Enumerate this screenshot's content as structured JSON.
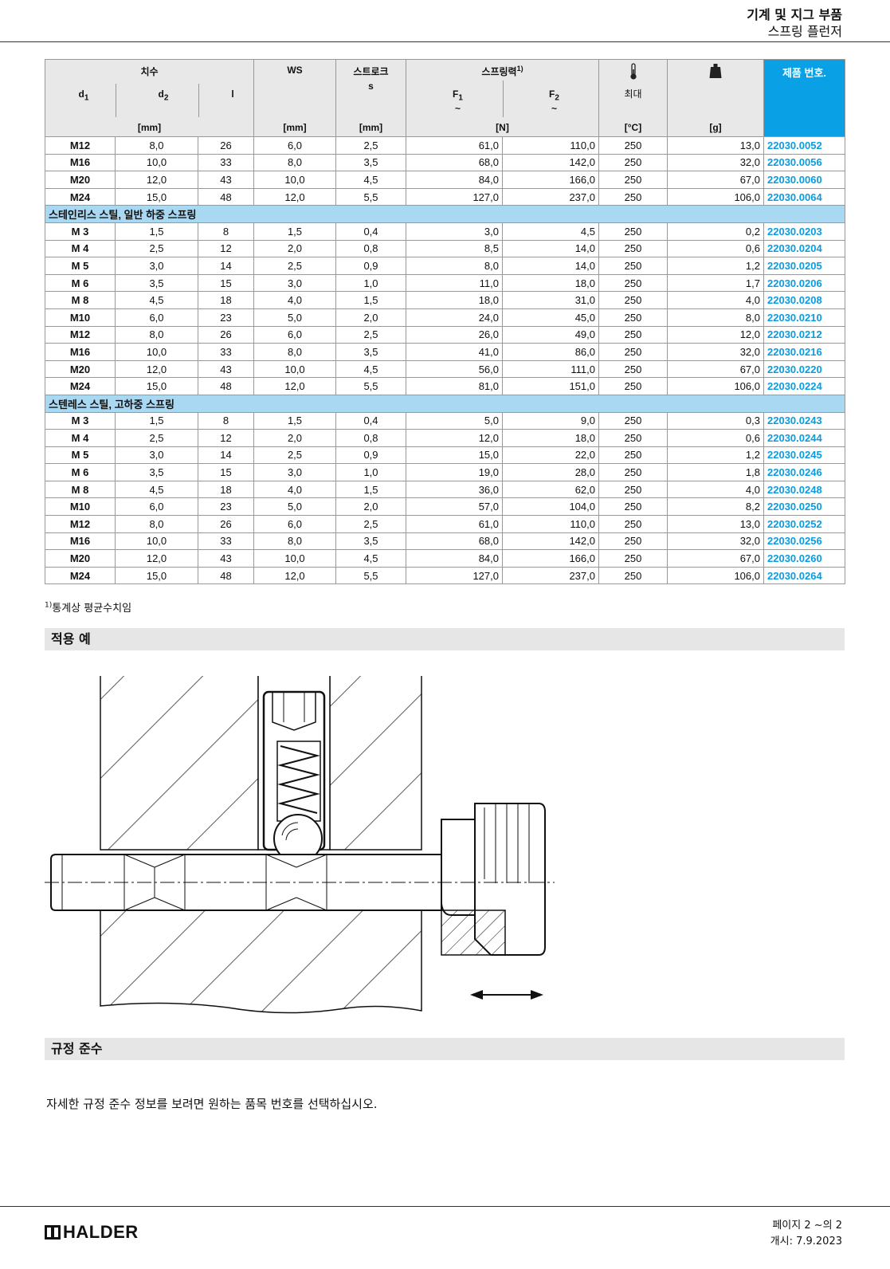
{
  "header": {
    "title": "기계 및 지그 부품",
    "subtitle": "스프링 플런저"
  },
  "table": {
    "col_dims": "치수",
    "col_d1": "d",
    "col_d1_sub": "1",
    "col_d2": "d",
    "col_d2_sub": "2",
    "col_l": "l",
    "col_ws": "WS",
    "col_stroke": "스트로크",
    "col_stroke_sub": "s",
    "col_force": "스프링력",
    "col_force_sup": "1)",
    "col_f1": "F",
    "col_f1_sub": "1",
    "col_f2": "F",
    "col_f2_sub": "2",
    "tilde": "~",
    "col_temp_label": "최대",
    "col_pn": "제품 번호.",
    "unit_mm": "[mm]",
    "unit_ws": "[mm]",
    "unit_s": "[mm]",
    "unit_n": "[N]",
    "unit_c": "[°C]",
    "unit_g": "[g]",
    "groups": [
      {
        "title": "",
        "rows": [
          [
            "M12",
            "8,0",
            "26",
            "6,0",
            "2,5",
            "61,0",
            "110,0",
            "250",
            "13,0",
            "22030.0052"
          ],
          [
            "M16",
            "10,0",
            "33",
            "8,0",
            "3,5",
            "68,0",
            "142,0",
            "250",
            "32,0",
            "22030.0056"
          ],
          [
            "M20",
            "12,0",
            "43",
            "10,0",
            "4,5",
            "84,0",
            "166,0",
            "250",
            "67,0",
            "22030.0060"
          ],
          [
            "M24",
            "15,0",
            "48",
            "12,0",
            "5,5",
            "127,0",
            "237,0",
            "250",
            "106,0",
            "22030.0064"
          ]
        ]
      },
      {
        "title": "스테인리스 스틸, 일반 하중 스프링",
        "rows": [
          [
            "M  3",
            "1,5",
            "8",
            "1,5",
            "0,4",
            "3,0",
            "4,5",
            "250",
            "0,2",
            "22030.0203"
          ],
          [
            "M  4",
            "2,5",
            "12",
            "2,0",
            "0,8",
            "8,5",
            "14,0",
            "250",
            "0,6",
            "22030.0204"
          ],
          [
            "M  5",
            "3,0",
            "14",
            "2,5",
            "0,9",
            "8,0",
            "14,0",
            "250",
            "1,2",
            "22030.0205"
          ],
          [
            "M  6",
            "3,5",
            "15",
            "3,0",
            "1,0",
            "11,0",
            "18,0",
            "250",
            "1,7",
            "22030.0206"
          ],
          [
            "M  8",
            "4,5",
            "18",
            "4,0",
            "1,5",
            "18,0",
            "31,0",
            "250",
            "4,0",
            "22030.0208"
          ],
          [
            "M10",
            "6,0",
            "23",
            "5,0",
            "2,0",
            "24,0",
            "45,0",
            "250",
            "8,0",
            "22030.0210"
          ],
          [
            "M12",
            "8,0",
            "26",
            "6,0",
            "2,5",
            "26,0",
            "49,0",
            "250",
            "12,0",
            "22030.0212"
          ],
          [
            "M16",
            "10,0",
            "33",
            "8,0",
            "3,5",
            "41,0",
            "86,0",
            "250",
            "32,0",
            "22030.0216"
          ],
          [
            "M20",
            "12,0",
            "43",
            "10,0",
            "4,5",
            "56,0",
            "111,0",
            "250",
            "67,0",
            "22030.0220"
          ],
          [
            "M24",
            "15,0",
            "48",
            "12,0",
            "5,5",
            "81,0",
            "151,0",
            "250",
            "106,0",
            "22030.0224"
          ]
        ]
      },
      {
        "title": "스텐레스 스틸, 고하중 스프링",
        "rows": [
          [
            "M  3",
            "1,5",
            "8",
            "1,5",
            "0,4",
            "5,0",
            "9,0",
            "250",
            "0,3",
            "22030.0243"
          ],
          [
            "M  4",
            "2,5",
            "12",
            "2,0",
            "0,8",
            "12,0",
            "18,0",
            "250",
            "0,6",
            "22030.0244"
          ],
          [
            "M  5",
            "3,0",
            "14",
            "2,5",
            "0,9",
            "15,0",
            "22,0",
            "250",
            "1,2",
            "22030.0245"
          ],
          [
            "M  6",
            "3,5",
            "15",
            "3,0",
            "1,0",
            "19,0",
            "28,0",
            "250",
            "1,8",
            "22030.0246"
          ],
          [
            "M  8",
            "4,5",
            "18",
            "4,0",
            "1,5",
            "36,0",
            "62,0",
            "250",
            "4,0",
            "22030.0248"
          ],
          [
            "M10",
            "6,0",
            "23",
            "5,0",
            "2,0",
            "57,0",
            "104,0",
            "250",
            "8,2",
            "22030.0250"
          ],
          [
            "M12",
            "8,0",
            "26",
            "6,0",
            "2,5",
            "61,0",
            "110,0",
            "250",
            "13,0",
            "22030.0252"
          ],
          [
            "M16",
            "10,0",
            "33",
            "8,0",
            "3,5",
            "68,0",
            "142,0",
            "250",
            "32,0",
            "22030.0256"
          ],
          [
            "M20",
            "12,0",
            "43",
            "10,0",
            "4,5",
            "84,0",
            "166,0",
            "250",
            "67,0",
            "22030.0260"
          ],
          [
            "M24",
            "15,0",
            "48",
            "12,0",
            "5,5",
            "127,0",
            "237,0",
            "250",
            "106,0",
            "22030.0264"
          ]
        ]
      }
    ]
  },
  "footnote": {
    "mark": "1)",
    "text": "통계상 평균수치임"
  },
  "application": {
    "title": "적용 예"
  },
  "compliance": {
    "title": "규정 준수",
    "text": "자세한 규정 준수 정보를 보려면 원하는 품목 번호를 선택하십시오."
  },
  "footer": {
    "logo": "HALDER",
    "page": "페이지 2 ~의 2",
    "release": "개시: 7.9.2023"
  },
  "icons": {
    "temperature": "thermometer-icon",
    "weight": "weight-icon"
  },
  "colors": {
    "accent": "#0aa0e6",
    "section_bg": "#a8d8f2",
    "part_number": "#0a9ce0"
  }
}
